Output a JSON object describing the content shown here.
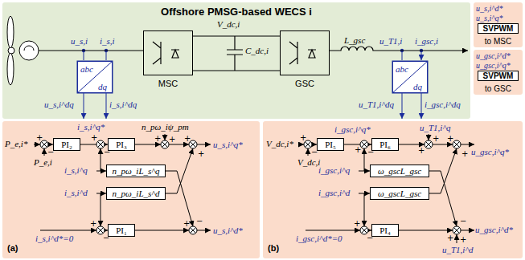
{
  "diagram": {
    "nodes": [
      {
        "text": [
          "Offshore PMSG-based WECS i"
        ]
      },
      {
        "text": [
          "abc",
          "dq"
        ],
        "in": 0
      },
      {
        "text": [
          "MSC"
        ],
        "in": 0
      },
      {
        "text": [
          "GSC"
        ],
        "in": 0
      },
      {
        "text": [
          "abc",
          "dq"
        ],
        "in": 0
      },
      {
        "text": [
          "u_s,i^d*",
          "u_s,i^q*",
          "to MSC"
        ]
      },
      {
        "text": [
          "SVPWM"
        ],
        "in": 5
      },
      {
        "text": [
          "u_gsc,i^d*",
          "u_gsc,i^q*",
          "to GSC"
        ]
      },
      {
        "text": [
          "SVPWM"
        ],
        "in": 7
      },
      {
        "text": [
          "(a)"
        ]
      },
      {
        "text": [
          "PI₂"
        ],
        "in": 9
      },
      {
        "text": [
          "PI₃"
        ],
        "in": 9
      },
      {
        "text": [
          "n_pω_iL_s^q"
        ],
        "in": 9
      },
      {
        "text": [
          "n_pω_iL_s^d"
        ],
        "in": 9
      },
      {
        "text": [
          "PI₁"
        ],
        "in": 9
      },
      {
        "text": [
          "(b)"
        ]
      },
      {
        "text": [
          "PI₅"
        ],
        "in": 15
      },
      {
        "text": [
          "PI₆"
        ],
        "in": 15
      },
      {
        "text": [
          "ω_gscL_gsc"
        ],
        "in": 15
      },
      {
        "text": [
          "ω_gscL_gsc"
        ],
        "in": 15
      },
      {
        "text": [
          "PI₄"
        ],
        "in": 15
      }
    ],
    "edges": [
      {
        "from": 2,
        "to": 3,
        "arrow": "none"
      },
      {
        "from": 10,
        "to": 11,
        "arrow": "to"
      },
      {
        "from": 16,
        "to": 17,
        "arrow": "to"
      }
    ],
    "labels": [
      "u_s,i",
      "i_s,i",
      "V_dc,i",
      "C_dc,i",
      "L_gsc",
      "u_T1,i",
      "i_gsc,i",
      "u_s,i^dq",
      "i_s,i^dq",
      "u_T1,i^dq",
      "i_gsc,i^dq",
      "P_e,i*",
      "P_e,i",
      "i_s,i^q*",
      "n_pω_iψ_pm",
      "u_s,i^q*",
      "i_s,i^q",
      "i_s,i^d",
      "i_s,i^d*=0",
      "u_s,i^d*",
      "V_dc,i*",
      "V_dc,i",
      "i_gsc,i^q*",
      "u_T1,i^q",
      "u_gsc,i^q*",
      "i_gsc,i^q",
      "i_gsc,i^d",
      "i_gsc,i^d*=0",
      "u_T1,i^d",
      "u_gsc,i^d*",
      "+",
      "−",
      "+",
      "−",
      "+",
      "+",
      "+",
      "+",
      "+",
      "−",
      "+",
      "−",
      "+",
      "−",
      "+",
      "−",
      "+",
      "+",
      "+",
      "+",
      "+",
      "−",
      "+",
      "+",
      "−"
    ]
  }
}
